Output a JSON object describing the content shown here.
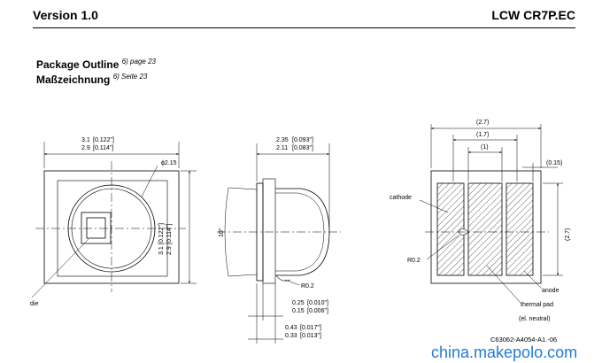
{
  "header": {
    "left": "Version 1.0",
    "right": "LCW CR7P.EC"
  },
  "section": {
    "title_en": "Package Outline",
    "ref_en": "6) page  23",
    "title_de": "Maßzeichnung",
    "ref_de": "6) Seite  23"
  },
  "front_view": {
    "width_dim_a": "3.1",
    "width_dim_a_in": "0.122\"",
    "width_dim_b": "2.9",
    "width_dim_b_in": "0.114\"",
    "height_dim_a": "3.1",
    "height_dim_a_in": "0.122\"",
    "height_dim_b": "2.9",
    "height_dim_b_in": "0.114\"",
    "diameter": "ϕ2.15",
    "die_label": "die"
  },
  "side_view": {
    "width_dim_a": "2.35",
    "width_dim_a_in": "0.093\"",
    "width_dim_b": "2.11",
    "width_dim_b_in": "0.083\"",
    "angle": "10°",
    "radius": "R0.2",
    "thick_dim_a": "0.25",
    "thick_dim_a_in": "0.010\"",
    "thick_dim_b": "0.15",
    "thick_dim_b_in": "0.006\"",
    "total_dim_a": "0.43",
    "total_dim_a_in": "0.017\"",
    "total_dim_b": "0.33",
    "total_dim_b_in": "0.013\""
  },
  "bottom_view": {
    "dim_outer": "(2.7)",
    "dim_middle": "(1.7)",
    "dim_inner": "(1)",
    "dim_gap": "(0.15)",
    "dim_height": "(2.7)",
    "radius": "R0.2",
    "cathode": "cathode",
    "anode": "anode",
    "thermal_pad": "thermal pad",
    "el_neutral": "(el. neutral)"
  },
  "drawing_code": "C63062-A4054-A1.-06",
  "watermark": "china.makepolo.com"
}
